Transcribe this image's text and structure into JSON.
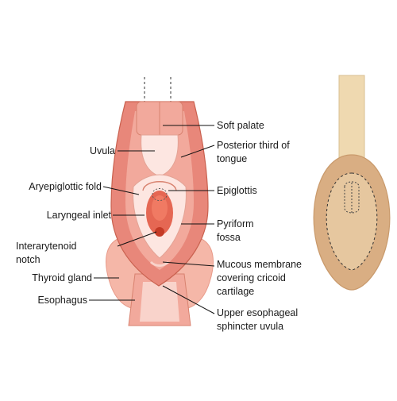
{
  "labels": {
    "soft_palate": "Soft palate",
    "uvula": "Uvula",
    "posterior_tongue_1": "Posterior third of",
    "posterior_tongue_2": "tongue",
    "aryepiglottic_fold": "Aryepiglottic fold",
    "epiglottis": "Epiglottis",
    "laryngeal_inlet": "Laryngeal inlet",
    "pyriform_1": "Pyriform",
    "pyriform_2": "fossa",
    "interarytenoid_1": "Interarytenoid",
    "interarytenoid_2": "notch",
    "mucous_1": "Mucous membrane",
    "mucous_2": "covering cricoid",
    "mucous_3": "cartilage",
    "thyroid_gland": "Thyroid gland",
    "esophagus": "Esophagus",
    "ues_1": "Upper esophageal",
    "ues_2": "sphincter uvula"
  },
  "colors": {
    "tissue_dark": "#e8877a",
    "tissue_mid": "#f2a99c",
    "tissue_light": "#f9d3cb",
    "tissue_pale": "#fde6e1",
    "inlet_red": "#e0503a",
    "gland": "#f5b7a8",
    "mask_tube": "#efd9b0",
    "mask_cuff": "#d9ae83",
    "mask_rim": "#c99a6c"
  }
}
